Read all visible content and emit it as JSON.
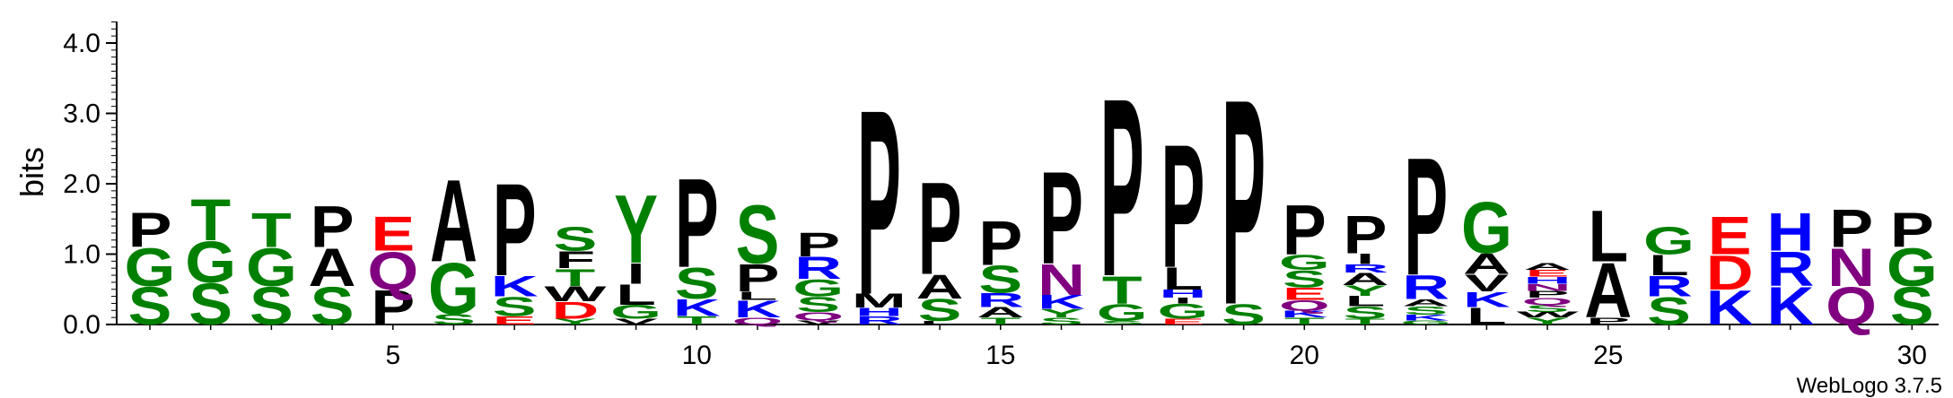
{
  "chart_data": {
    "type": "sequence-logo",
    "ylabel": "bits",
    "ylim": [
      0,
      4.3
    ],
    "y_ticks": [
      "0.0",
      "1.0",
      "2.0",
      "3.0",
      "4.0"
    ],
    "x_tick_labels": [
      "5",
      "10",
      "15",
      "20",
      "25",
      "30"
    ],
    "x_tick_positions": [
      5,
      10,
      15,
      20,
      25,
      30
    ],
    "positions": 30,
    "footer": "WebLogo 3.7.5",
    "colors": {
      "hydrophobic": "#000000",
      "polar": "#008000",
      "basic": "#0000ff",
      "acidic": "#ff0000",
      "amide": "#800080"
    },
    "columns": [
      {
        "pos": 1,
        "letters": [
          {
            "c": "S",
            "h": 0.55
          },
          {
            "c": "G",
            "h": 0.55
          },
          {
            "c": "P",
            "h": 0.5
          }
        ]
      },
      {
        "pos": 2,
        "letters": [
          {
            "c": "S",
            "h": 0.6
          },
          {
            "c": "G",
            "h": 0.6
          },
          {
            "c": "T",
            "h": 0.6
          }
        ]
      },
      {
        "pos": 3,
        "letters": [
          {
            "c": "S",
            "h": 0.55
          },
          {
            "c": "G",
            "h": 0.55
          },
          {
            "c": "T",
            "h": 0.5
          }
        ]
      },
      {
        "pos": 4,
        "letters": [
          {
            "c": "S",
            "h": 0.55
          },
          {
            "c": "A",
            "h": 0.55
          },
          {
            "c": "P",
            "h": 0.6
          }
        ]
      },
      {
        "pos": 5,
        "letters": [
          {
            "c": "P",
            "h": 0.5
          },
          {
            "c": "Q",
            "h": 0.55
          },
          {
            "c": "E",
            "h": 0.5
          }
        ]
      },
      {
        "pos": 6,
        "letters": [
          {
            "c": "S",
            "h": 0.15
          },
          {
            "c": "G",
            "h": 0.75
          },
          {
            "c": "A",
            "h": 1.2
          }
        ]
      },
      {
        "pos": 7,
        "letters": [
          {
            "c": "E",
            "h": 0.12
          },
          {
            "c": "S",
            "h": 0.28
          },
          {
            "c": "K",
            "h": 0.3
          },
          {
            "c": "P",
            "h": 1.35
          }
        ]
      },
      {
        "pos": 8,
        "letters": [
          {
            "c": "Y",
            "h": 0.08
          },
          {
            "c": "D",
            "h": 0.25
          },
          {
            "c": "W",
            "h": 0.22
          },
          {
            "c": "T",
            "h": 0.25
          },
          {
            "c": "F",
            "h": 0.25
          },
          {
            "c": "S",
            "h": 0.35
          }
        ]
      },
      {
        "pos": 9,
        "letters": [
          {
            "c": "V",
            "h": 0.08
          },
          {
            "c": "G",
            "h": 0.2
          },
          {
            "c": "L",
            "h": 0.3
          },
          {
            "c": "I",
            "h": 0.3
          },
          {
            "c": "Y",
            "h": 1.0
          }
        ]
      },
      {
        "pos": 10,
        "letters": [
          {
            "c": "T",
            "h": 0.12
          },
          {
            "c": "K",
            "h": 0.25
          },
          {
            "c": "S",
            "h": 0.45
          },
          {
            "c": "P",
            "h": 1.3
          }
        ]
      },
      {
        "pos": 11,
        "letters": [
          {
            "c": "Q",
            "h": 0.1
          },
          {
            "c": "K",
            "h": 0.25
          },
          {
            "c": "L",
            "h": 0.12
          },
          {
            "c": "P",
            "h": 0.4
          },
          {
            "c": "S",
            "h": 0.85
          }
        ]
      },
      {
        "pos": 12,
        "letters": [
          {
            "c": "V",
            "h": 0.06
          },
          {
            "c": "Q",
            "h": 0.12
          },
          {
            "c": "S",
            "h": 0.22
          },
          {
            "c": "G",
            "h": 0.25
          },
          {
            "c": "R",
            "h": 0.32
          },
          {
            "c": "P",
            "h": 0.35
          }
        ]
      },
      {
        "pos": 13,
        "letters": [
          {
            "c": "R",
            "h": 0.12
          },
          {
            "c": "H",
            "h": 0.12
          },
          {
            "c": "M",
            "h": 0.2
          },
          {
            "c": "P",
            "h": 2.7
          }
        ]
      },
      {
        "pos": 14,
        "letters": [
          {
            "c": "L",
            "h": 0.05
          },
          {
            "c": "S",
            "h": 0.32
          },
          {
            "c": "A",
            "h": 0.35
          },
          {
            "c": "P",
            "h": 1.35
          }
        ]
      },
      {
        "pos": 15,
        "letters": [
          {
            "c": "T",
            "h": 0.1
          },
          {
            "c": "A",
            "h": 0.15
          },
          {
            "c": "R",
            "h": 0.2
          },
          {
            "c": "S",
            "h": 0.4
          },
          {
            "c": "P",
            "h": 0.65
          }
        ]
      },
      {
        "pos": 16,
        "letters": [
          {
            "c": "S",
            "h": 0.1
          },
          {
            "c": "Y",
            "h": 0.12
          },
          {
            "c": "K",
            "h": 0.2
          },
          {
            "c": "N",
            "h": 0.45
          },
          {
            "c": "P",
            "h": 1.35
          }
        ]
      },
      {
        "pos": 17,
        "letters": [
          {
            "c": "S",
            "h": 0.05
          },
          {
            "c": "G",
            "h": 0.25
          },
          {
            "c": "T",
            "h": 0.4
          },
          {
            "c": "P",
            "h": 2.6
          }
        ]
      },
      {
        "pos": 18,
        "letters": [
          {
            "c": "E",
            "h": 0.08
          },
          {
            "c": "G",
            "h": 0.22
          },
          {
            "c": "I",
            "h": 0.08
          },
          {
            "c": "H",
            "h": 0.12
          },
          {
            "c": "L",
            "h": 0.32
          },
          {
            "c": "P",
            "h": 1.8
          }
        ]
      },
      {
        "pos": 19,
        "letters": [
          {
            "c": "S",
            "h": 0.3
          },
          {
            "c": "P",
            "h": 3.0
          }
        ]
      },
      {
        "pos": 20,
        "letters": [
          {
            "c": "T",
            "h": 0.1
          },
          {
            "c": "K",
            "h": 0.1
          },
          {
            "c": "Q",
            "h": 0.15
          },
          {
            "c": "E",
            "h": 0.18
          },
          {
            "c": "S",
            "h": 0.25
          },
          {
            "c": "G",
            "h": 0.22
          },
          {
            "c": "P",
            "h": 0.72
          }
        ]
      },
      {
        "pos": 21,
        "letters": [
          {
            "c": "T",
            "h": 0.08
          },
          {
            "c": "S",
            "h": 0.18
          },
          {
            "c": "L",
            "h": 0.15
          },
          {
            "c": "Y",
            "h": 0.15
          },
          {
            "c": "A",
            "h": 0.18
          },
          {
            "c": "R",
            "h": 0.12
          },
          {
            "c": "I",
            "h": 0.15
          },
          {
            "c": "P",
            "h": 0.55
          }
        ]
      },
      {
        "pos": 22,
        "letters": [
          {
            "c": "G",
            "h": 0.06
          },
          {
            "c": "K",
            "h": 0.08
          },
          {
            "c": "S",
            "h": 0.12
          },
          {
            "c": "A",
            "h": 0.1
          },
          {
            "c": "R",
            "h": 0.35
          },
          {
            "c": "P",
            "h": 1.72
          }
        ]
      },
      {
        "pos": 23,
        "letters": [
          {
            "c": "L",
            "h": 0.25
          },
          {
            "c": "K",
            "h": 0.22
          },
          {
            "c": "V",
            "h": 0.25
          },
          {
            "c": "A",
            "h": 0.3
          },
          {
            "c": "G",
            "h": 0.75
          }
        ]
      },
      {
        "pos": 24,
        "letters": [
          {
            "c": "Y",
            "h": 0.1
          },
          {
            "c": "W",
            "h": 0.08
          },
          {
            "c": "S",
            "h": 0.1
          },
          {
            "c": "Q",
            "h": 0.1
          },
          {
            "c": "P",
            "h": 0.1
          },
          {
            "c": "N",
            "h": 0.1
          },
          {
            "c": "H",
            "h": 0.1
          },
          {
            "c": "E",
            "h": 0.1
          },
          {
            "c": "A",
            "h": 0.1
          }
        ]
      },
      {
        "pos": 25,
        "letters": [
          {
            "c": "P",
            "h": 0.1
          },
          {
            "c": "A",
            "h": 0.8
          },
          {
            "c": "L",
            "h": 0.75
          }
        ]
      },
      {
        "pos": 26,
        "letters": [
          {
            "c": "S",
            "h": 0.4
          },
          {
            "c": "R",
            "h": 0.3
          },
          {
            "c": "L",
            "h": 0.3
          },
          {
            "c": "G",
            "h": 0.4
          }
        ]
      },
      {
        "pos": 27,
        "letters": [
          {
            "c": "K",
            "h": 0.5
          },
          {
            "c": "D",
            "h": 0.5
          },
          {
            "c": "E",
            "h": 0.55
          }
        ]
      },
      {
        "pos": 28,
        "letters": [
          {
            "c": "K",
            "h": 0.55
          },
          {
            "c": "R",
            "h": 0.5
          },
          {
            "c": "H",
            "h": 0.55
          }
        ]
      },
      {
        "pos": 29,
        "letters": [
          {
            "c": "Q",
            "h": 0.55
          },
          {
            "c": "N",
            "h": 0.55
          },
          {
            "c": "P",
            "h": 0.55
          }
        ]
      },
      {
        "pos": 30,
        "letters": [
          {
            "c": "S",
            "h": 0.55
          },
          {
            "c": "G",
            "h": 0.55
          },
          {
            "c": "P",
            "h": 0.5
          }
        ]
      }
    ]
  }
}
